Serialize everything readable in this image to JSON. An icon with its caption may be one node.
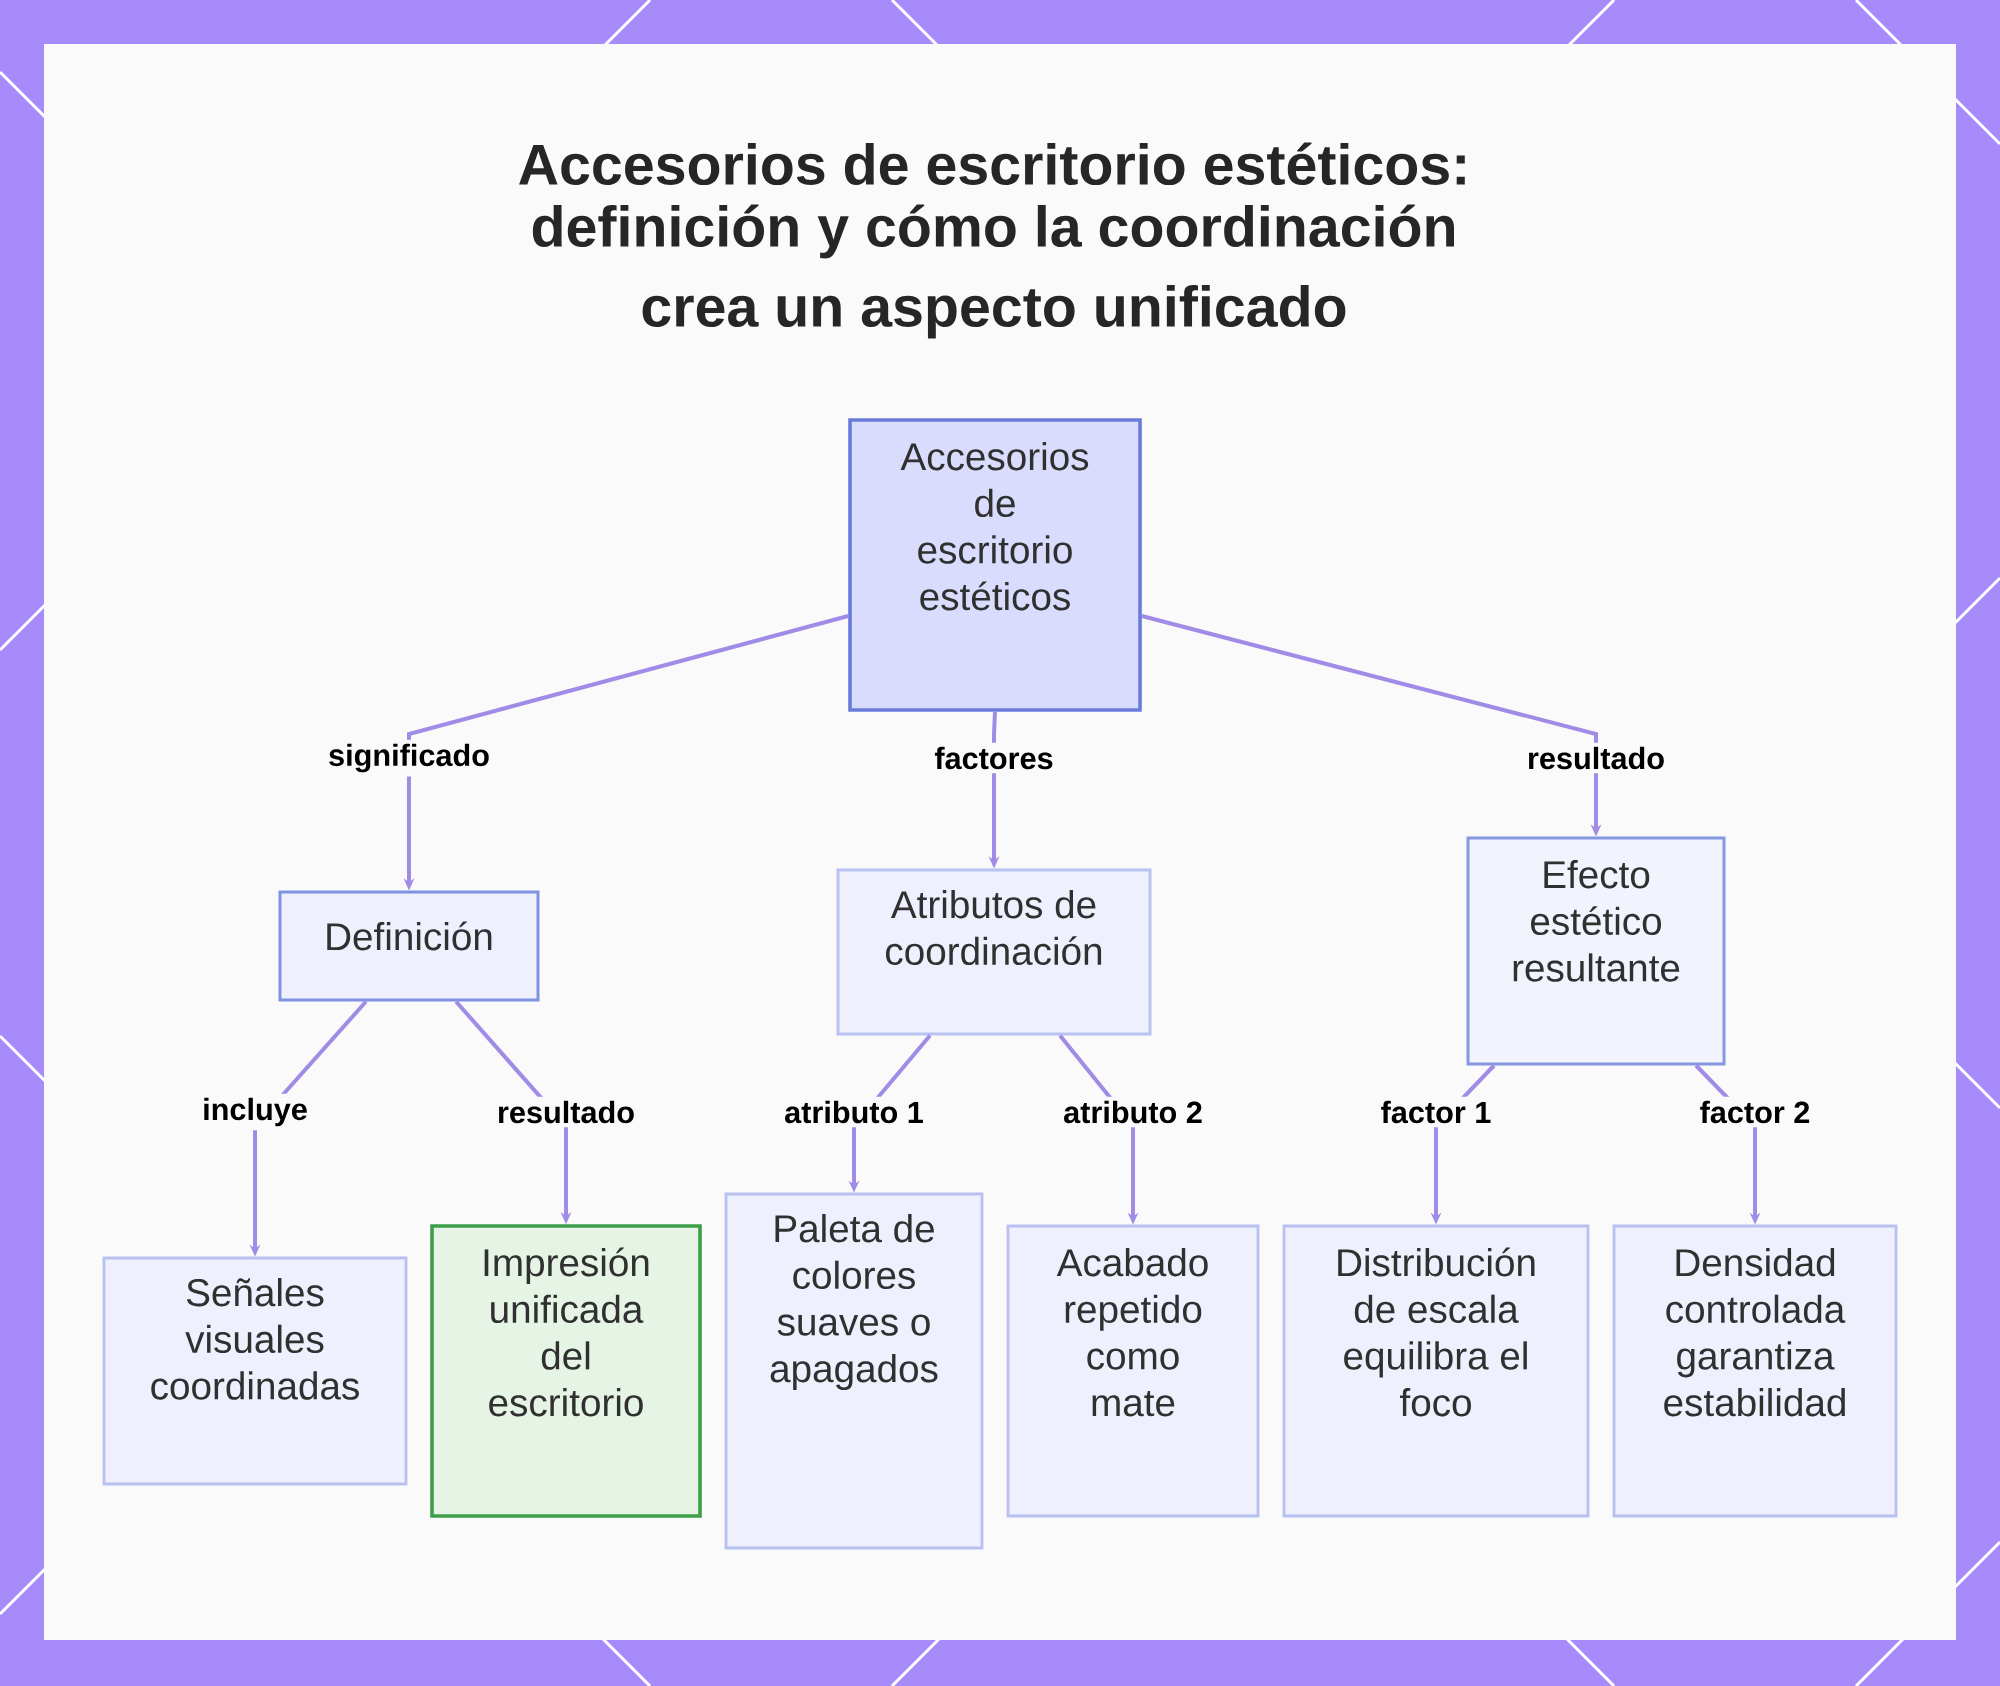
{
  "diagram": {
    "title": "Accesorios de escritorio estéticos: definición y cómo la coordinación crea un aspecto unificado",
    "nodes": [
      {
        "text": [
          "Accesorios de escritorio estéticos"
        ]
      },
      {
        "text": [
          "Definición"
        ]
      },
      {
        "text": [
          "Atributos de coordinación"
        ]
      },
      {
        "text": [
          "Efecto estético resultante"
        ]
      },
      {
        "text": [
          "Señales visuales coordinadas"
        ]
      },
      {
        "text": [
          "Impresión unificada del escritorio"
        ]
      },
      {
        "text": [
          "Paleta de colores suaves o apagados"
        ]
      },
      {
        "text": [
          "Acabado repetido como mate"
        ]
      },
      {
        "text": [
          "Distribución de escala equilibra el foco"
        ]
      },
      {
        "text": [
          "Densidad controlada garantiza estabilidad"
        ]
      }
    ],
    "edges": [
      {
        "from": 0,
        "to": 1,
        "arrow": "to",
        "label": "significado"
      },
      {
        "from": 0,
        "to": 2,
        "arrow": "to",
        "label": "factores"
      },
      {
        "from": 0,
        "to": 3,
        "arrow": "to",
        "label": "resultado"
      },
      {
        "from": 1,
        "to": 4,
        "arrow": "to",
        "label": "incluye"
      },
      {
        "from": 1,
        "to": 5,
        "arrow": "to",
        "label": "resultado"
      },
      {
        "from": 2,
        "to": 6,
        "arrow": "to",
        "label": "atributo 1"
      },
      {
        "from": 2,
        "to": 7,
        "arrow": "to",
        "label": "atributo 2"
      },
      {
        "from": 3,
        "to": 8,
        "arrow": "to",
        "label": "factor 1"
      },
      {
        "from": 3,
        "to": 9,
        "arrow": "to",
        "label": "factor 2"
      }
    ]
  }
}
